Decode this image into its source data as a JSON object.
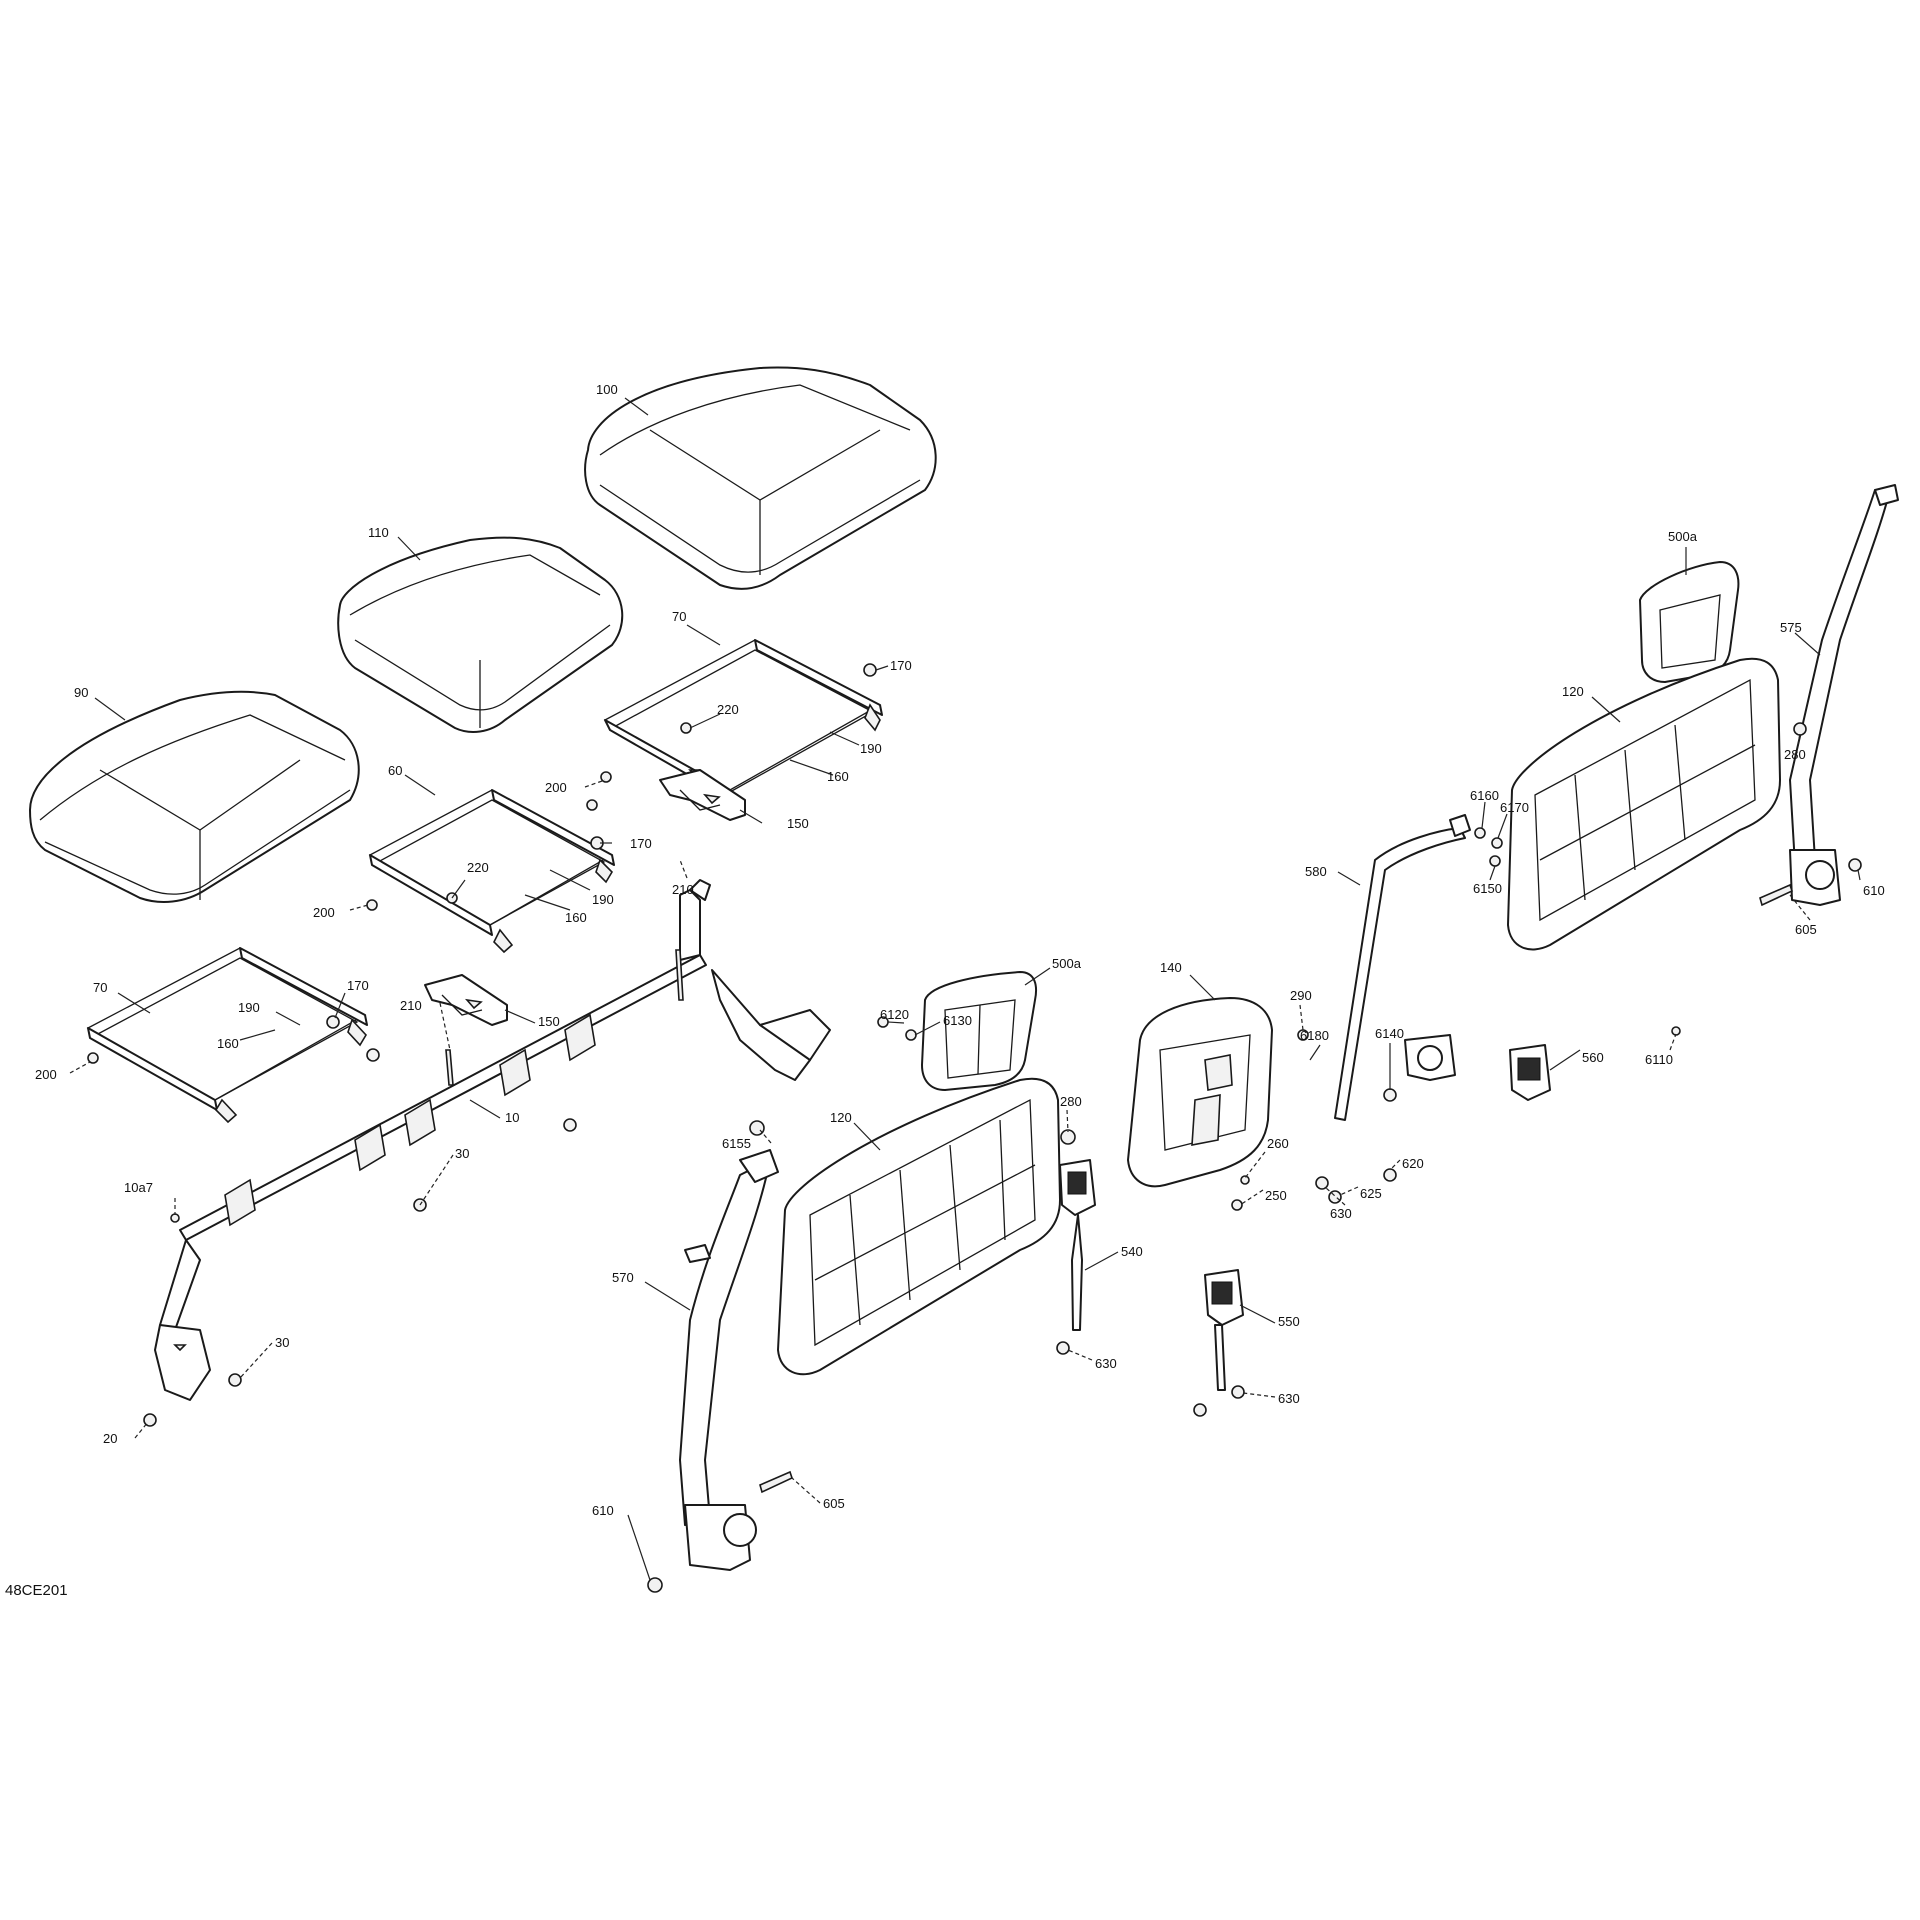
{
  "document_id": "48CE201",
  "callouts": [
    {
      "label": "100"
    },
    {
      "label": "110"
    },
    {
      "label": "90"
    },
    {
      "label": "70"
    },
    {
      "label": "170"
    },
    {
      "label": "220"
    },
    {
      "label": "190"
    },
    {
      "label": "160"
    },
    {
      "label": "200"
    },
    {
      "label": "150"
    },
    {
      "label": "60"
    },
    {
      "label": "170"
    },
    {
      "label": "220"
    },
    {
      "label": "190"
    },
    {
      "label": "160"
    },
    {
      "label": "200"
    },
    {
      "label": "210"
    },
    {
      "label": "70"
    },
    {
      "label": "170"
    },
    {
      "label": "190"
    },
    {
      "label": "160"
    },
    {
      "label": "200"
    },
    {
      "label": "150"
    },
    {
      "label": "210"
    },
    {
      "label": "10"
    },
    {
      "label": "30"
    },
    {
      "label": "10a7"
    },
    {
      "label": "30"
    },
    {
      "label": "20"
    },
    {
      "label": "6120"
    },
    {
      "label": "6130"
    },
    {
      "label": "500a"
    },
    {
      "label": "140"
    },
    {
      "label": "290"
    },
    {
      "label": "6180"
    },
    {
      "label": "260"
    },
    {
      "label": "250"
    },
    {
      "label": "580"
    },
    {
      "label": "6140"
    },
    {
      "label": "6160"
    },
    {
      "label": "6170"
    },
    {
      "label": "6150"
    },
    {
      "label": "620"
    },
    {
      "label": "625"
    },
    {
      "label": "630"
    },
    {
      "label": "500a"
    },
    {
      "label": "120"
    },
    {
      "label": "575"
    },
    {
      "label": "280"
    },
    {
      "label": "610"
    },
    {
      "label": "605"
    },
    {
      "label": "6110"
    },
    {
      "label": "560"
    },
    {
      "label": "6155"
    },
    {
      "label": "120"
    },
    {
      "label": "280"
    },
    {
      "label": "570"
    },
    {
      "label": "540"
    },
    {
      "label": "630"
    },
    {
      "label": "550"
    },
    {
      "label": "630"
    },
    {
      "label": "605"
    },
    {
      "label": "610"
    }
  ]
}
